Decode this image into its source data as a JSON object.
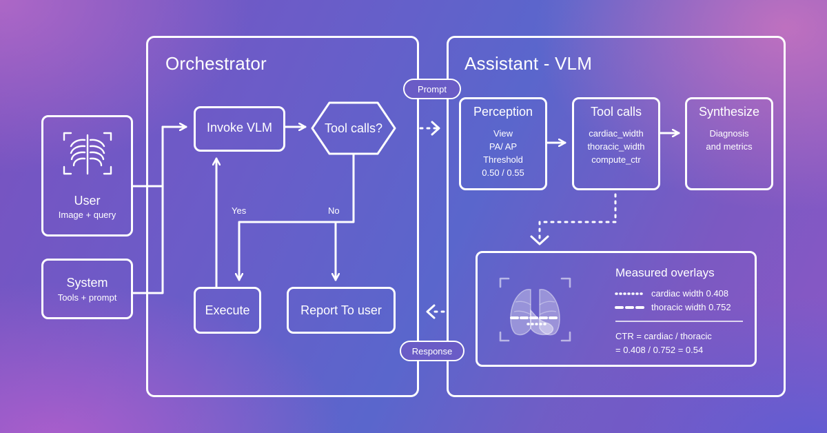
{
  "orchestrator": {
    "title": "Orchestrator",
    "invoke": "Invoke VLM",
    "decision": "Tool calls?",
    "yes": "Yes",
    "no": "No",
    "execute": "Execute",
    "report": "Report To user"
  },
  "inputs": {
    "user": {
      "title": "User",
      "subtitle": "Image + query"
    },
    "system": {
      "title": "System",
      "subtitle": "Tools + prompt"
    }
  },
  "connectors": {
    "prompt": "Prompt",
    "response": "Response"
  },
  "assistant": {
    "title": "Assistant - VLM",
    "perception": {
      "title": "Perception",
      "line1": "View",
      "line2": "PA/ AP",
      "line3": "Threshold",
      "line4": "0.50 / 0.55"
    },
    "tools": {
      "title": "Tool calls",
      "line1": "cardiac_width",
      "line2": "thoracic_width",
      "line3": "compute_ctr"
    },
    "synthesize": {
      "title": "Synthesize",
      "line1": "Diagnosis",
      "line2": "and metrics"
    },
    "overlays": {
      "title": "Measured overlays",
      "cardiac": "cardiac width 0.408",
      "thoracic": "thoracic width 0.752",
      "ctr_line1": "CTR = cardiac / thoracic",
      "ctr_line2": "= 0.408 / 0.752 = 0.54"
    }
  },
  "icons": {
    "user": "chest-xray-icon",
    "overlay": "lung-xray-icon"
  }
}
